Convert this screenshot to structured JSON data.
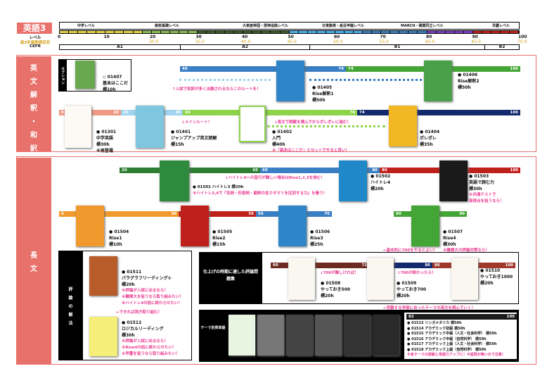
{
  "header": {
    "title": "英語3",
    "row_labels": {
      "level": "レベル",
      "score": "高3冬偏差値目安",
      "cefr": "CEFR"
    },
    "level_names": [
      "中学レベル",
      "高校基礎レベル",
      "大東亜帝国・摂神追桃レベル",
      "日東駒専・産近甲龍レベル",
      "MARCH・関関同立レベル",
      "早慶レベル"
    ],
    "ticks": [
      "0",
      "10",
      "20",
      "30",
      "40",
      "50",
      "60",
      "70",
      "80",
      "90",
      "100"
    ],
    "scores": [
      "30.0",
      "35.0",
      "40.0",
      "45.0",
      "50.0",
      "55.0",
      "60.0",
      "65.0",
      "70.0"
    ],
    "cefr": [
      "A1",
      "A2",
      "B1",
      "B2"
    ],
    "colors": {
      "jhs": "#e6d44a",
      "basic": "#8cc152",
      "basic_dark": "#3e5a2a",
      "low": "#4ab0f0",
      "mid": "#3a7fc4",
      "march": "#7b3fc0",
      "waseda": "#c0201c",
      "accent": "#e8716b",
      "pink": "#ea3c93"
    }
  },
  "translation": {
    "side_label": [
      "英",
      "文",
      "解",
      "釈",
      "・",
      "和",
      "訳"
    ],
    "option_label": "オプション",
    "books": [
      {
        "id": "◇ 01407",
        "name": "基本はここだ",
        "time": "標10h"
      },
      {
        "id": "● 01301",
        "name": "中学英語",
        "time": "標30h",
        "note": "※再登場"
      },
      {
        "id": "● 01401",
        "name": "ジャンプアップ英文読解",
        "time": "標15h"
      },
      {
        "id": "● 01405",
        "name": "Rise解釈1",
        "time": "標50h"
      },
      {
        "id": "● 01406",
        "name": "Rise解釈2",
        "time": "標50h"
      },
      {
        "id": "● 01402",
        "name": "入門",
        "time": "標40h",
        "note": "※「基本はここだ」とセットでやると良い！"
      },
      {
        "id": "● 01404",
        "name": "ポレポレ",
        "time": "標35h"
      }
    ],
    "bars": {
      "b1": [
        "0",
        "20"
      ],
      "b2": [
        "20",
        "40"
      ],
      "b3": [
        "40",
        "74"
      ],
      "b4": [
        "74",
        "100"
      ],
      "b5": [
        "40",
        "74"
      ],
      "b6": [
        "74",
        "100"
      ]
    },
    "notes": {
      "top": "↑入試で和訳が多く出題されるならこのルートを！",
      "main": "↓メインルート！",
      "mid": "↓長文で読解を積んでからポレポレに進む！"
    }
  },
  "long": {
    "side_label": [
      "長",
      "文"
    ],
    "books": [
      {
        "id": "● 01501 ハイトレ3 標20h",
        "note": "※ハイトレ3,4で『名詞・形容詞・副詞の各カタマリを区別する力』を養う！"
      },
      {
        "id": "● 01502",
        "name": "ハイトレ4",
        "time": "標20h"
      },
      {
        "id": "● 01503",
        "name": "英語で読む力",
        "time": "標30h",
        "note1": "※共通テストで",
        "note2": "高得点を狙うなら！"
      },
      {
        "id": "● 01504",
        "name": "Rise1",
        "time": "標10h"
      },
      {
        "id": "● 01505",
        "name": "Rise2",
        "time": "標15h"
      },
      {
        "id": "● 01506",
        "name": "Rise3",
        "time": "標25h"
      },
      {
        "id": "● 01507",
        "name": "Rise4",
        "time": "標30h",
        "note": "※難関大の評論対策なら！"
      }
    ],
    "notes": {
      "hitore": "↓ハイトレ4への直行が難しい場合はRise1,2,3を挟む！",
      "base700": "←基本的に700をやるとよい！"
    },
    "bars": {
      "h1": [
        "20",
        "60"
      ],
      "h2": [
        "60",
        "80"
      ],
      "h3": [
        "80",
        "100"
      ],
      "r1": [
        "0",
        "30"
      ],
      "r2": [
        "30",
        "56"
      ],
      "r3": [
        "56",
        "70"
      ],
      "r4": [
        "80",
        "90"
      ]
    }
  },
  "hyoron": {
    "label": [
      "評",
      "論",
      "の",
      "解",
      "法"
    ],
    "b1": {
      "id": "● 01511",
      "name": "パラグラフリーディング①",
      "time": "標20h",
      "notes": [
        "※評論が入試に出るなら！",
        "※難関大を狙うなら取り組みたい！",
        "※ハイトレ4の前に終わらせたい！"
      ]
    },
    "both": "←できれば両方取り組む！",
    "b2": {
      "id": "● 01512",
      "name": "ロジカルリーディング",
      "time": "標30h",
      "notes": [
        "※評論が入試に出るなら！",
        "※Rise4の前に終わらせたい！",
        "※早慶を狙うなら取り組みたい！"
      ]
    }
  },
  "shiage": {
    "label": "仕上げの時期に適した評論問題集",
    "b1": {
      "id": "● 01508",
      "name": "やっておき500",
      "time": "標20h"
    },
    "b2": {
      "id": "● 01509",
      "name": "やっておき700",
      "time": "標20h"
    },
    "b3": {
      "id": "● 01510",
      "name": "やっておき1000",
      "time": "標20h"
    },
    "n1": "↓700が難しければ！",
    "n2": "↓700が終わったら！",
    "n3": "←受験する学部に合ったテーマの英文を読んでいく！",
    "bars": [
      "60",
      "72",
      "72",
      "86",
      "86",
      "100"
    ]
  },
  "theme": {
    "label": "テーマ別英単語",
    "bar": [
      "82",
      "100"
    ],
    "items": [
      "● 01513 リンガメタリカ 標50h",
      "● 01514 アカデミック初級 標50h",
      "● 01515 アカデミック中級（人文・社会科学） 標50h",
      "● 01516 アカデミック中級（自然科学） 標50h",
      "● 01517 アカデミック上級（人文・社会科学） 標50h",
      "● 01518 アカデミック上級（自然科学） 標50h"
    ],
    "note": "※各テーマの読解と単語力アップに！※設問が無いので注意！"
  }
}
